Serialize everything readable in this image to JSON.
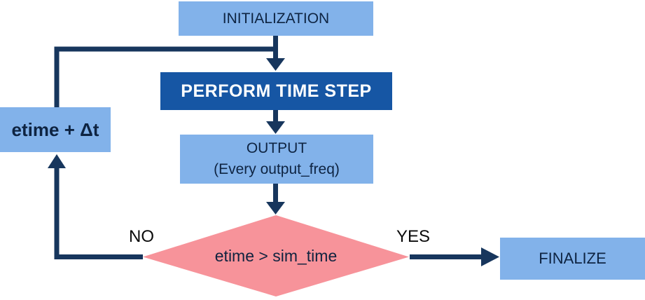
{
  "diagram": {
    "title_hint": "simulation time loop flowchart",
    "nodes": {
      "initialization": "INITIALIZATION",
      "perform_time_step": "PERFORM TIME STEP",
      "output_line1": "OUTPUT",
      "output_line2": "(Every output_freq)",
      "etime_update": "etime + Δt",
      "decision": "etime > sim_time",
      "finalize": "FINALIZE"
    },
    "branch_labels": {
      "no": "NO",
      "yes": "YES"
    },
    "colors": {
      "process_fill": "#82B2EA",
      "emphasis_fill": "#1656A4",
      "decision_fill": "#F7939A",
      "connector": "#17365D",
      "process_text": "#0E2442",
      "emphasis_text": "#FFFFFF"
    }
  }
}
